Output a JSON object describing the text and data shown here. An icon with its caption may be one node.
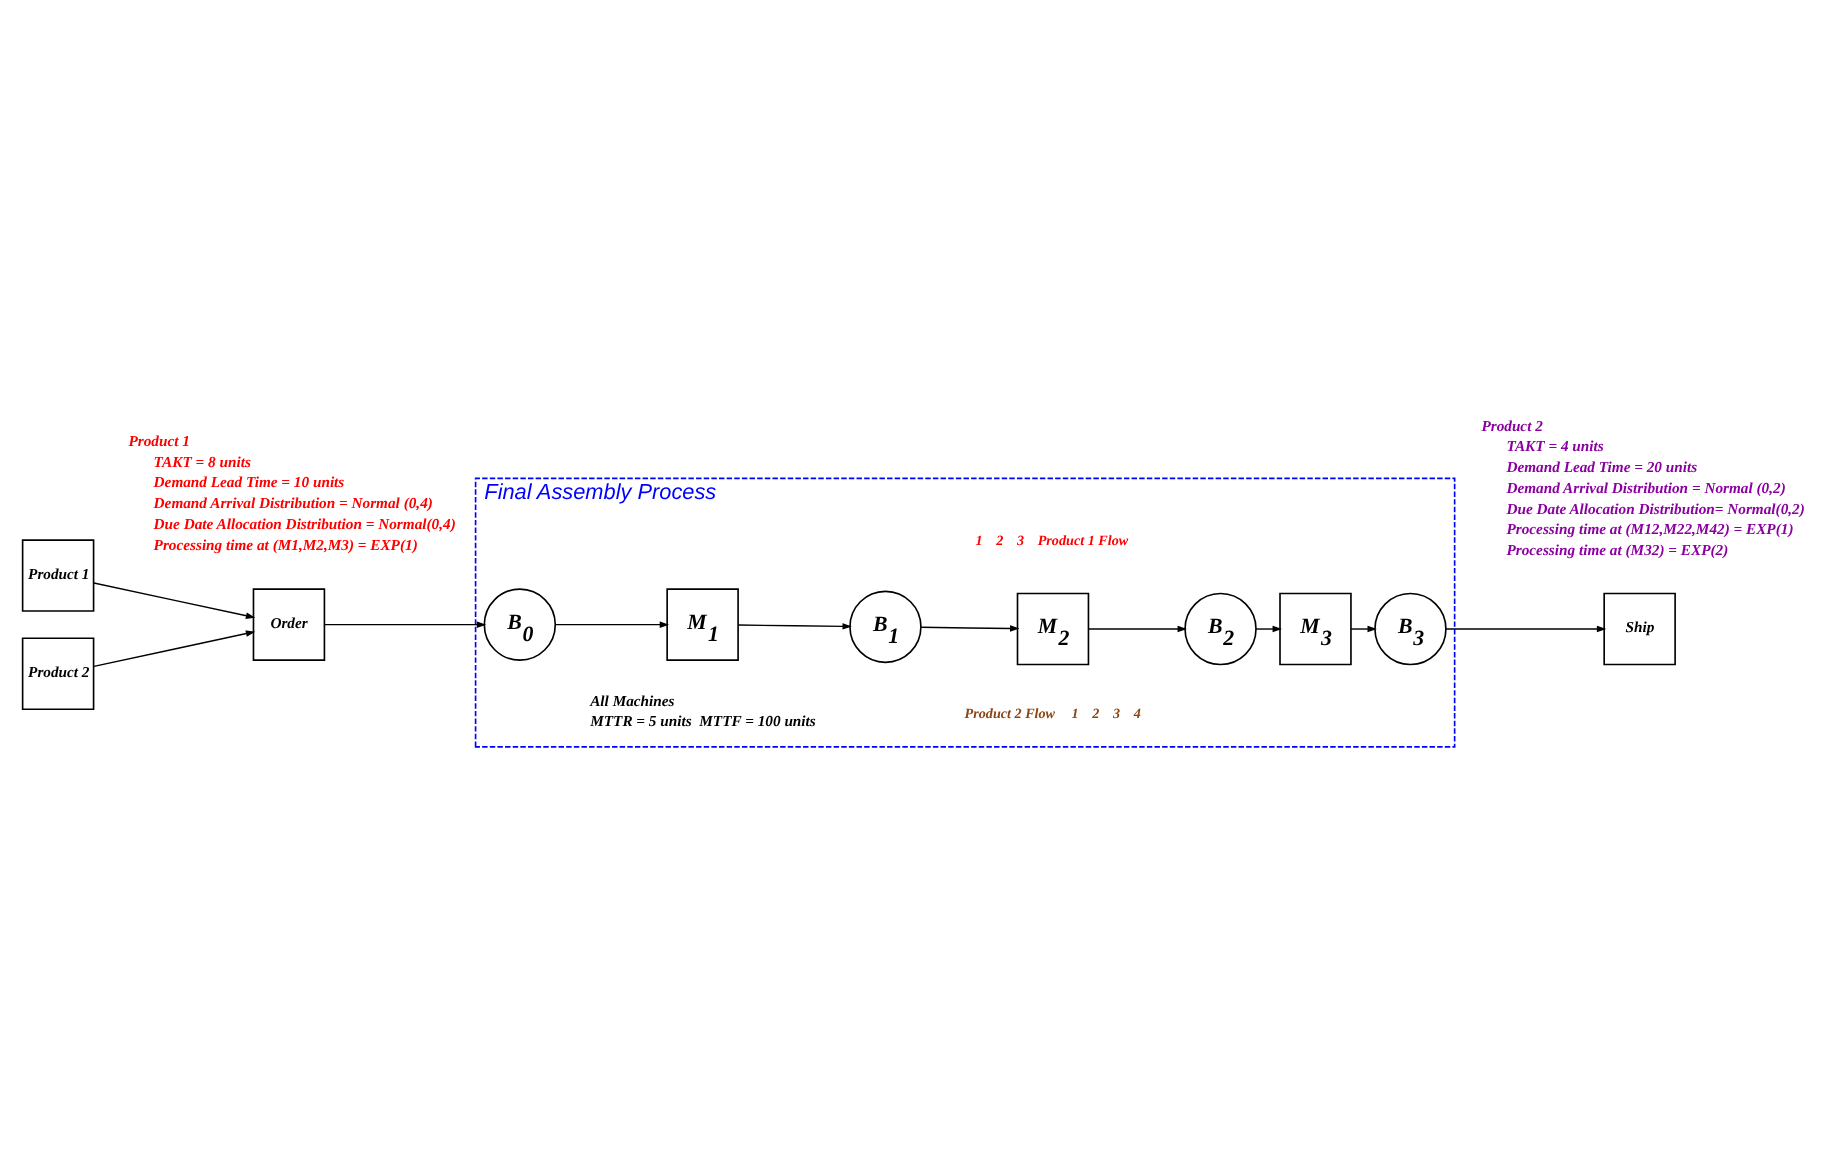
{
  "diagram": {
    "nodes": [
      {
        "text": [
          "Product 1"
        ]
      },
      {
        "text": [
          "Order"
        ]
      },
      {
        "text": [
          "Product 2"
        ]
      },
      {
        "text": [
          "Final Assembly Process"
        ]
      },
      {
        "text": [
          "B$_{0}$"
        ],
        "in": 3
      },
      {
        "text": [
          "M$_{1}$"
        ],
        "in": 3
      },
      {
        "text": [
          "B$_{1}$"
        ],
        "in": 3
      },
      {
        "text": [
          "M$_{2}$"
        ],
        "in": 3
      },
      {
        "text": [
          "B$_{2}$"
        ],
        "in": 3
      },
      {
        "text": [
          "M$_{3}$"
        ],
        "in": 3
      },
      {
        "text": [
          "B$_{3}$"
        ],
        "in": 3
      },
      {
        "text": [
          "Ship"
        ]
      }
    ],
    "edges": [
      {
        "from": 0,
        "to": 1,
        "arrow": "to"
      },
      {
        "from": 2,
        "to": 1,
        "arrow": "to"
      },
      {
        "from": 1,
        "to": 4,
        "arrow": "to"
      },
      {
        "from": 4,
        "to": 5,
        "arrow": "to"
      },
      {
        "from": 5,
        "to": 6,
        "arrow": "to"
      },
      {
        "from": 6,
        "to": 7,
        "arrow": "to"
      },
      {
        "from": 7,
        "to": 8,
        "arrow": "to"
      },
      {
        "from": 8,
        "to": 9,
        "arrow": "to"
      },
      {
        "from": 9,
        "to": 10,
        "arrow": "to"
      },
      {
        "from": 10,
        "to": 11,
        "arrow": "to"
      }
    ],
    "labels": [
      "1",
      "2",
      "3",
      "Product 1 Flow",
      "Product 2 Flow",
      "1",
      "2",
      "3",
      "4",
      "All Machines",
      "MTTR = 5 units  MTTF = 100 units",
      "Product 1",
      "TAKT = 8 units",
      "Demand Lead Time = 10 units",
      "Demand Arrival Distribution = Normal (0,4)",
      "Due Date Allocation Distribution = Normal(0,4)",
      "Processing time at (M1,M2,M3) = EXP(1)",
      "Product 2",
      "TAKT = 4 units",
      "Demand Lead Time = 20 units",
      "Demand Arrival Distribution = Normal (0,2)",
      "Due Date Allocation Distribution= Normal(0,2)",
      "Processing time at (M12,M22,M42) = EXP(1)",
      "Processing time at (M32) = EXP(2)"
    ]
  }
}
